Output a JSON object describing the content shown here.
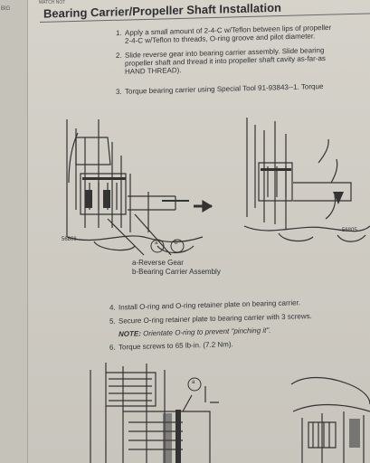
{
  "margin_tag": "BIG",
  "top_note": "MATCH NOT",
  "title": "Bearing Carrier/Propeller Shaft Installation",
  "steps_a": [
    {
      "n": "1.",
      "line1": "Apply a small amount of 2-4-C w/Teflon between lips of propeller",
      "line2": "2-4-C w/Teflon to threads, O-ring groove and pilot diameter."
    },
    {
      "n": "2.",
      "line1": "Slide reverse gear into bearing carrier assembly. Slide bearing",
      "line2": "propeller shaft and thread it into propeller shaft cavity as-far-as",
      "line3": "HAND THREAD)."
    },
    {
      "n": "3.",
      "line1": "Torque bearing carrier using Special Tool 91-93843--1. Torque"
    }
  ],
  "fig_left_id": "56806",
  "fig_right_id": "56805",
  "callout_a": "a",
  "callout_b": "b",
  "legend_a": "a-Reverse Gear",
  "legend_b": "b-Bearing Carrier Assembly",
  "steps_b": [
    {
      "n": "4.",
      "text": "Install O-ring and O-ring retainer plate on bearing carrier."
    },
    {
      "n": "5.",
      "text": "Secure O-ring retainer plate to bearing carrier with 3 screws."
    },
    {
      "n": "",
      "note_label": "NOTE:",
      "note_text": "Orientate O-ring to prevent \"pinching it\"."
    },
    {
      "n": "6.",
      "text": "Torque screws to 65 lb-in. (7.2 Nm)."
    }
  ],
  "fig_bottom_callout": "a"
}
